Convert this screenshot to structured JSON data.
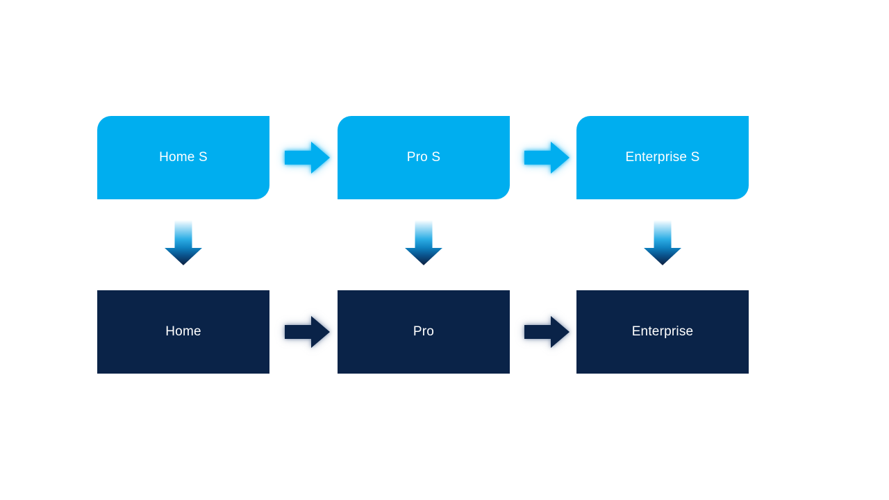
{
  "diagram": {
    "type": "flow",
    "columns": [
      {
        "top": "Home S",
        "bottom": "Home"
      },
      {
        "top": "Pro S",
        "bottom": "Pro"
      },
      {
        "top": "Enterprise S",
        "bottom": "Enterprise"
      }
    ],
    "colors": {
      "top_box": "#00AEEF",
      "bottom_box": "#0A2348",
      "label_text": "#FFFFFF",
      "background": "#FFFFFF",
      "down_arrow_gradient": [
        "#FFFFFF",
        "#C8EAFA",
        "#2CAEE5",
        "#0E7FBE",
        "#0A4E86",
        "#0D2040"
      ]
    }
  }
}
